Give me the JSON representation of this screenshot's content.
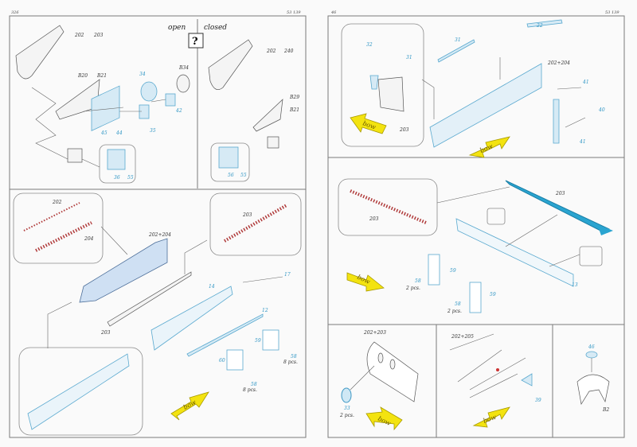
{
  "header": {
    "left_page": "326",
    "left_code": "53 139",
    "right_page": "46",
    "right_code": "53 139"
  },
  "step1": {
    "open": "open",
    "closed": "closed",
    "question": "?",
    "labels": [
      "202",
      "203",
      "B20",
      "B21",
      "34",
      "B34",
      "45",
      "44",
      "42",
      "35",
      "36",
      "55",
      "202",
      "240",
      "B29",
      "B21",
      "56",
      "55"
    ]
  },
  "step2": {
    "labels": [
      "202",
      "204",
      "202+204",
      "203",
      "203",
      "14",
      "17",
      "12",
      "59",
      "58",
      "60",
      "58"
    ],
    "pcs_a": "8 pcs.",
    "pcs_b": "8 pcs.",
    "bow": "bow"
  },
  "step3": {
    "labels": [
      "32",
      "31",
      "31",
      "22",
      "202+204",
      "203",
      "41",
      "40",
      "41"
    ],
    "bow": "bow"
  },
  "step4": {
    "labels": [
      "203",
      "203",
      "59",
      "58",
      "59",
      "58",
      "13"
    ],
    "pcs_a": "2 pcs.",
    "pcs_b": "2 pcs.",
    "bow": "bow"
  },
  "step5": {
    "labels": [
      "202+203",
      "33"
    ],
    "pcs": "2 pcs.",
    "bow": "bow"
  },
  "step6": {
    "labels": [
      "202+205",
      "39"
    ],
    "bow": "bow"
  },
  "step7": {
    "labels": [
      "46",
      "B2"
    ]
  },
  "colors": {
    "etch": "#5aa9cf",
    "arrow": "#f3e310",
    "red_part": "#b03a3a"
  }
}
